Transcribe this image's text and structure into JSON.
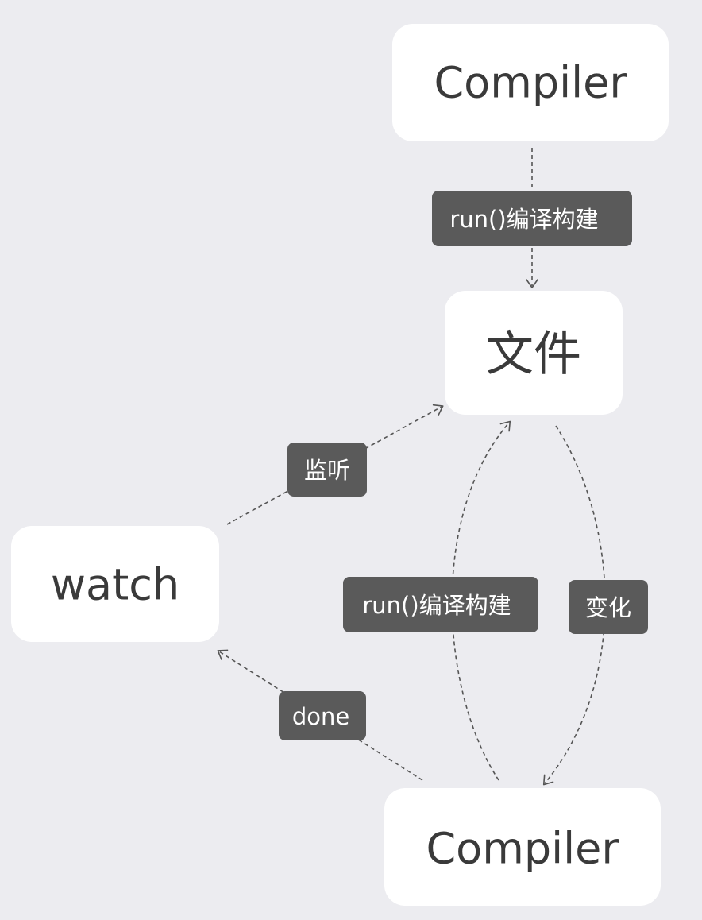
{
  "nodes": {
    "compiler_top": "Compiler",
    "file": "文件",
    "watch": "watch",
    "compiler_bottom": "Compiler"
  },
  "edge_labels": {
    "run_top": "run()编译构建",
    "listen": "监听",
    "run_bottom": "run()编译构建",
    "change": "变化",
    "done": "done"
  },
  "colors": {
    "background": "#ececf0",
    "node_fill": "#ffffff",
    "node_text": "#3a3a3a",
    "label_fill": "#5a5a5a",
    "label_text": "#ffffff",
    "edge": "#555555"
  }
}
